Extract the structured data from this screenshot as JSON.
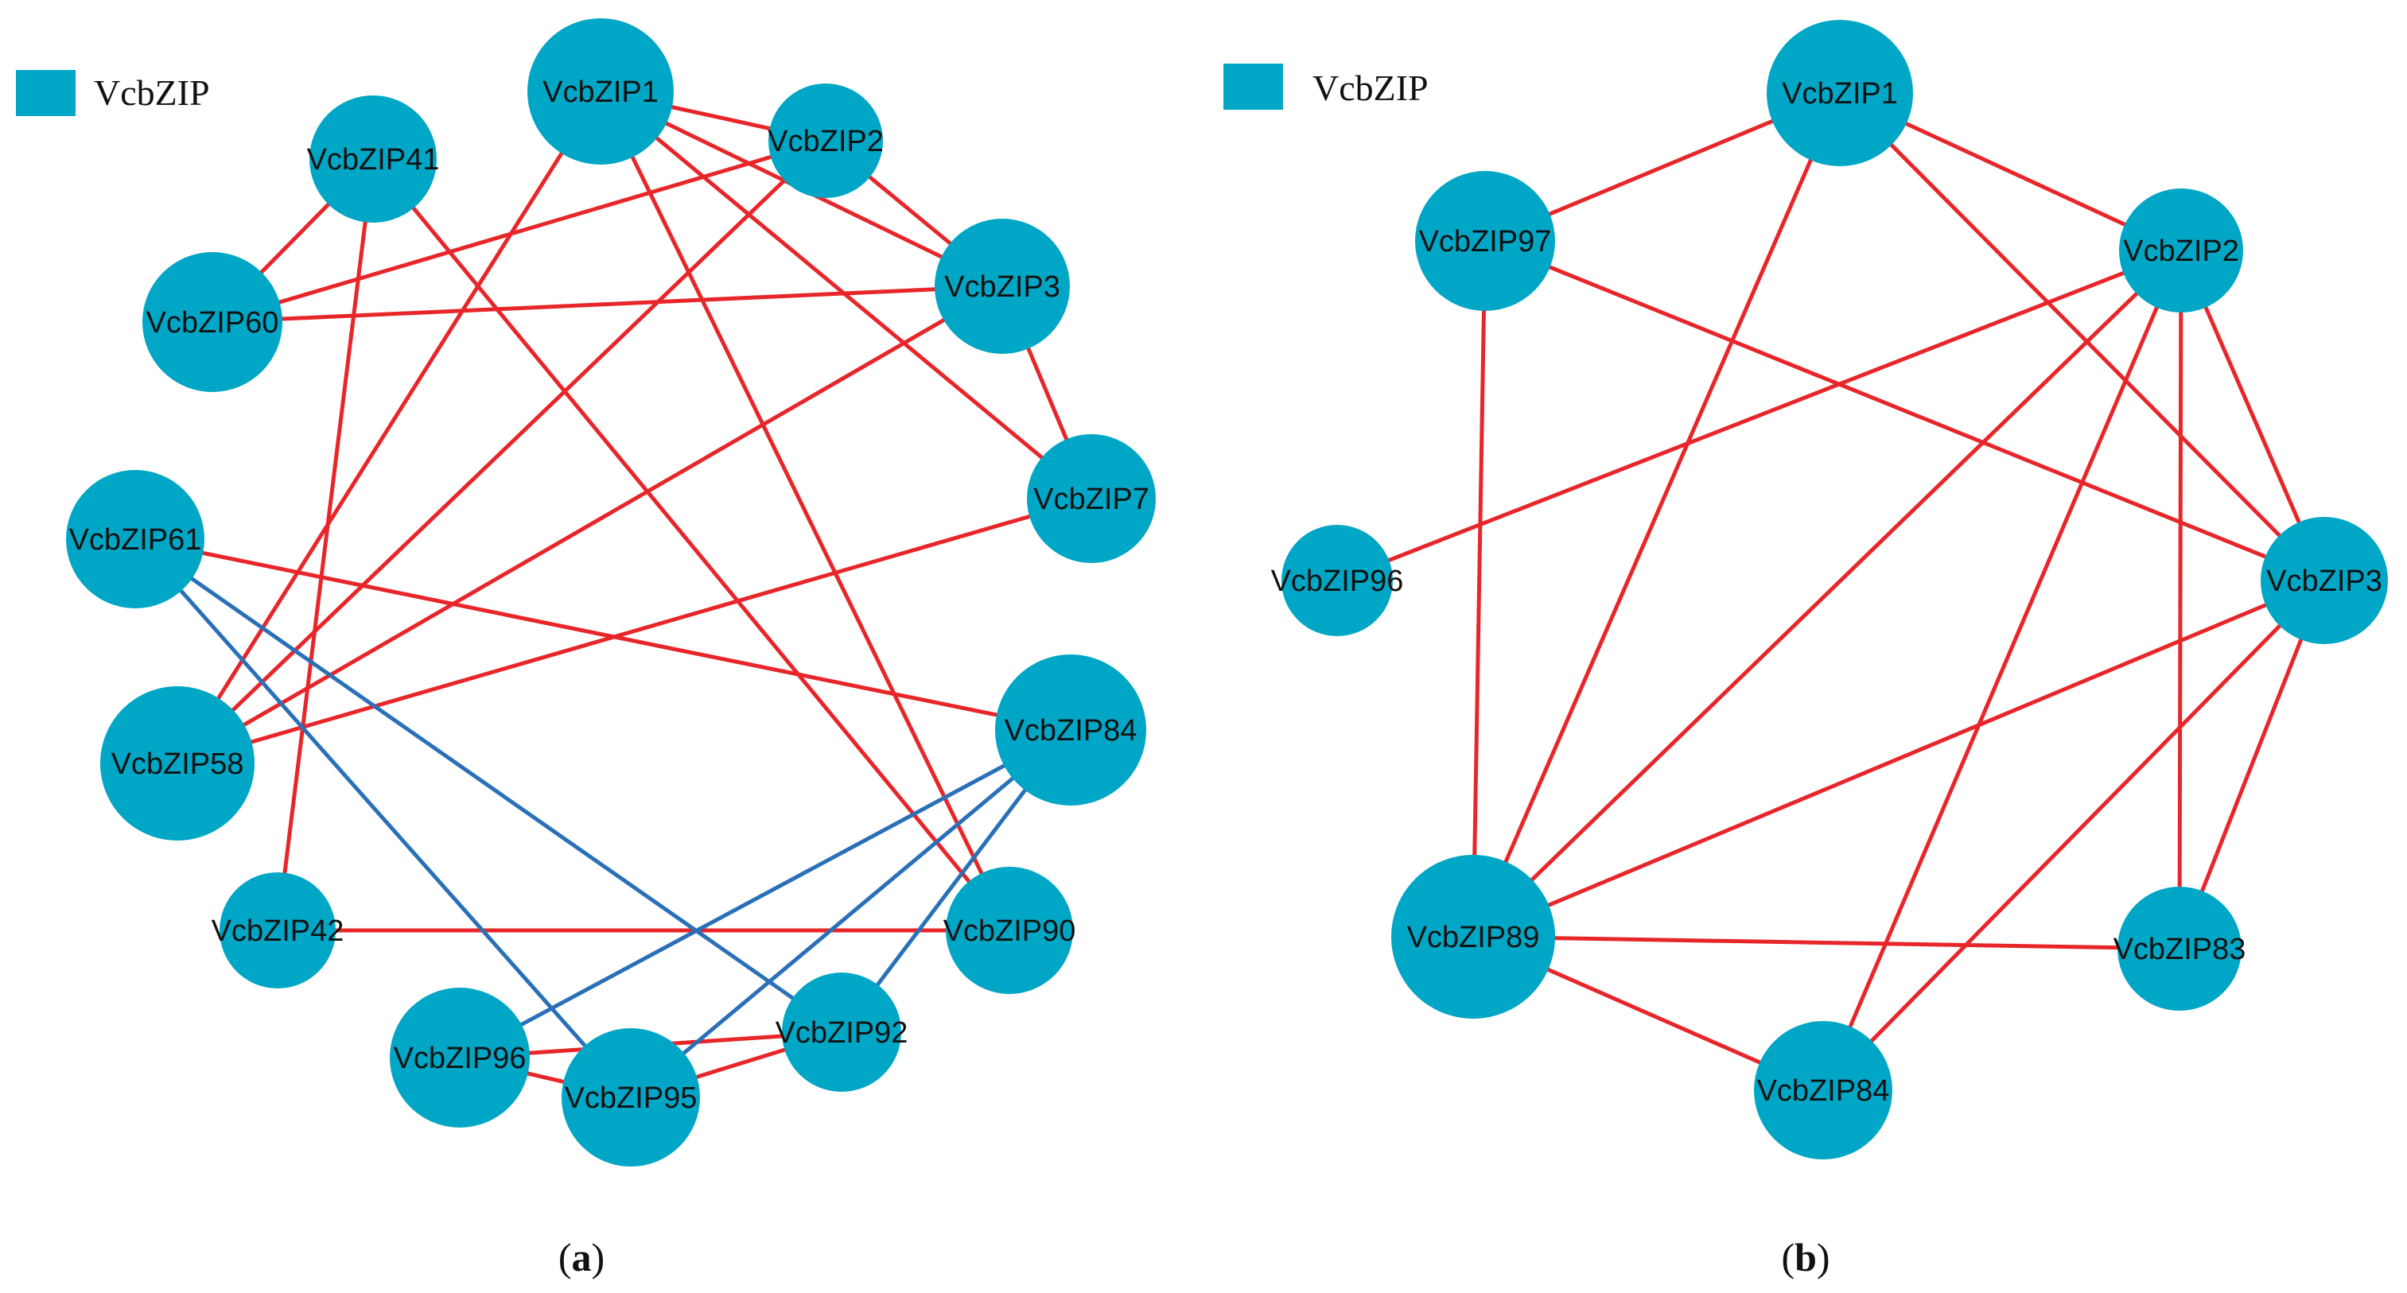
{
  "colors": {
    "node": "#00A6C5",
    "edge_red": "#E8262A",
    "edge_blue": "#2A70B8"
  },
  "panels": [
    {
      "id": "a",
      "caption_open": "(",
      "caption_letter": "a",
      "caption_close": ")",
      "legend_label": "VcbZIP",
      "nodes": [
        {
          "id": "VcbZIP1",
          "label": "VcbZIP1"
        },
        {
          "id": "VcbZIP2",
          "label": "VcbZIP2"
        },
        {
          "id": "VcbZIP3",
          "label": "VcbZIP3"
        },
        {
          "id": "VcbZIP7",
          "label": "VcbZIP7"
        },
        {
          "id": "VcbZIP41",
          "label": "VcbZIP41"
        },
        {
          "id": "VcbZIP60",
          "label": "VcbZIP60"
        },
        {
          "id": "VcbZIP61",
          "label": "VcbZIP61"
        },
        {
          "id": "VcbZIP58",
          "label": "VcbZIP58"
        },
        {
          "id": "VcbZIP84",
          "label": "VcbZIP84"
        },
        {
          "id": "VcbZIP42",
          "label": "VcbZIP42"
        },
        {
          "id": "VcbZIP90",
          "label": "VcbZIP90"
        },
        {
          "id": "VcbZIP96",
          "label": "VcbZIP96"
        },
        {
          "id": "VcbZIP95",
          "label": "VcbZIP95"
        },
        {
          "id": "VcbZIP92",
          "label": "VcbZIP92"
        }
      ],
      "edges": [
        {
          "source": "VcbZIP1",
          "target": "VcbZIP2",
          "type": "red"
        },
        {
          "source": "VcbZIP1",
          "target": "VcbZIP3",
          "type": "red"
        },
        {
          "source": "VcbZIP1",
          "target": "VcbZIP7",
          "type": "red"
        },
        {
          "source": "VcbZIP1",
          "target": "VcbZIP90",
          "type": "red"
        },
        {
          "source": "VcbZIP1",
          "target": "VcbZIP58",
          "type": "red"
        },
        {
          "source": "VcbZIP41",
          "target": "VcbZIP60",
          "type": "red"
        },
        {
          "source": "VcbZIP41",
          "target": "VcbZIP42",
          "type": "red"
        },
        {
          "source": "VcbZIP41",
          "target": "VcbZIP90",
          "type": "red"
        },
        {
          "source": "VcbZIP2",
          "target": "VcbZIP3",
          "type": "red"
        },
        {
          "source": "VcbZIP2",
          "target": "VcbZIP60",
          "type": "red"
        },
        {
          "source": "VcbZIP2",
          "target": "VcbZIP58",
          "type": "red"
        },
        {
          "source": "VcbZIP3",
          "target": "VcbZIP60",
          "type": "red"
        },
        {
          "source": "VcbZIP3",
          "target": "VcbZIP7",
          "type": "red"
        },
        {
          "source": "VcbZIP3",
          "target": "VcbZIP58",
          "type": "red"
        },
        {
          "source": "VcbZIP7",
          "target": "VcbZIP58",
          "type": "red"
        },
        {
          "source": "VcbZIP61",
          "target": "VcbZIP84",
          "type": "red"
        },
        {
          "source": "VcbZIP42",
          "target": "VcbZIP90",
          "type": "red"
        },
        {
          "source": "VcbZIP96",
          "target": "VcbZIP95",
          "type": "red"
        },
        {
          "source": "VcbZIP96",
          "target": "VcbZIP92",
          "type": "red"
        },
        {
          "source": "VcbZIP95",
          "target": "VcbZIP92",
          "type": "red"
        },
        {
          "source": "VcbZIP61",
          "target": "VcbZIP95",
          "type": "blue"
        },
        {
          "source": "VcbZIP61",
          "target": "VcbZIP92",
          "type": "blue"
        },
        {
          "source": "VcbZIP84",
          "target": "VcbZIP96",
          "type": "blue"
        },
        {
          "source": "VcbZIP84",
          "target": "VcbZIP95",
          "type": "blue"
        },
        {
          "source": "VcbZIP84",
          "target": "VcbZIP92",
          "type": "blue"
        }
      ]
    },
    {
      "id": "b",
      "caption_open": "(",
      "caption_letter": "b",
      "caption_close": ")",
      "legend_label": "VcbZIP",
      "nodes": [
        {
          "id": "VcbZIP1",
          "label": "VcbZIP1"
        },
        {
          "id": "VcbZIP2",
          "label": "VcbZIP2"
        },
        {
          "id": "VcbZIP97",
          "label": "VcbZIP97"
        },
        {
          "id": "VcbZIP96",
          "label": "VcbZIP96"
        },
        {
          "id": "VcbZIP3",
          "label": "VcbZIP3"
        },
        {
          "id": "VcbZIP89",
          "label": "VcbZIP89"
        },
        {
          "id": "VcbZIP83",
          "label": "VcbZIP83"
        },
        {
          "id": "VcbZIP84",
          "label": "VcbZIP84"
        }
      ],
      "edges": [
        {
          "source": "VcbZIP1",
          "target": "VcbZIP97",
          "type": "red"
        },
        {
          "source": "VcbZIP1",
          "target": "VcbZIP2",
          "type": "red"
        },
        {
          "source": "VcbZIP1",
          "target": "VcbZIP3",
          "type": "red"
        },
        {
          "source": "VcbZIP1",
          "target": "VcbZIP89",
          "type": "red"
        },
        {
          "source": "VcbZIP97",
          "target": "VcbZIP3",
          "type": "red"
        },
        {
          "source": "VcbZIP97",
          "target": "VcbZIP89",
          "type": "red"
        },
        {
          "source": "VcbZIP2",
          "target": "VcbZIP96",
          "type": "red"
        },
        {
          "source": "VcbZIP2",
          "target": "VcbZIP3",
          "type": "red"
        },
        {
          "source": "VcbZIP2",
          "target": "VcbZIP89",
          "type": "red"
        },
        {
          "source": "VcbZIP2",
          "target": "VcbZIP84",
          "type": "red"
        },
        {
          "source": "VcbZIP2",
          "target": "VcbZIP83",
          "type": "red"
        },
        {
          "source": "VcbZIP3",
          "target": "VcbZIP89",
          "type": "red"
        },
        {
          "source": "VcbZIP3",
          "target": "VcbZIP84",
          "type": "red"
        },
        {
          "source": "VcbZIP3",
          "target": "VcbZIP83",
          "type": "red"
        },
        {
          "source": "VcbZIP89",
          "target": "VcbZIP83",
          "type": "red"
        },
        {
          "source": "VcbZIP89",
          "target": "VcbZIP84",
          "type": "red"
        }
      ]
    }
  ]
}
